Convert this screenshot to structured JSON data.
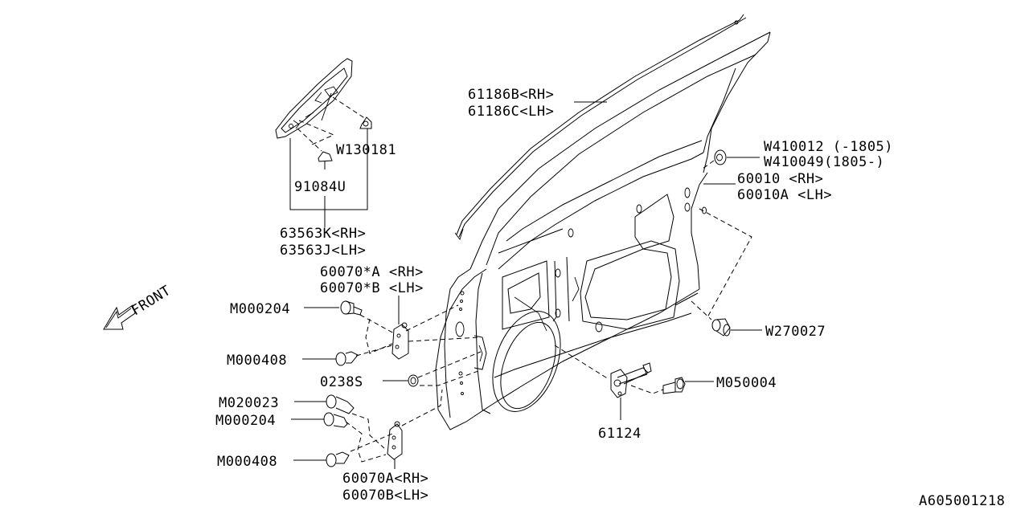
{
  "diagram": {
    "title": "Front Door Panel Parts Diagram",
    "figure_id": "A605001218",
    "direction_indicator": "FRONT",
    "callouts": [
      {
        "id": "mirror_cover",
        "lines": [
          "63563K<RH>",
          "63563J<LH>"
        ]
      },
      {
        "id": "clip_w130181",
        "lines": [
          "W130181"
        ]
      },
      {
        "id": "clip_91084u",
        "lines": [
          "91084U"
        ]
      },
      {
        "id": "weatherstrip",
        "lines": [
          "61186B<RH>",
          "61186C<LH>"
        ]
      },
      {
        "id": "grommet",
        "lines": [
          "W410012 (-1805)",
          "W410049(1805-)"
        ]
      },
      {
        "id": "door_panel",
        "lines": [
          "60010 <RH>",
          "60010A <LH>"
        ]
      },
      {
        "id": "upper_hinge",
        "lines": [
          "60070*A <RH>",
          "60070*B <LH>"
        ]
      },
      {
        "id": "bolt_m000204_upper",
        "lines": [
          "M000204"
        ]
      },
      {
        "id": "bolt_m000408_upper",
        "lines": [
          "M000408"
        ]
      },
      {
        "id": "nut_0238s",
        "lines": [
          "0238S"
        ]
      },
      {
        "id": "bolt_m020023",
        "lines": [
          "M020023"
        ]
      },
      {
        "id": "bolt_m000204_lower",
        "lines": [
          "M000204"
        ]
      },
      {
        "id": "bolt_m000408_lower",
        "lines": [
          "M000408"
        ]
      },
      {
        "id": "lower_hinge",
        "lines": [
          "60070A<RH>",
          "60070B<LH>"
        ]
      },
      {
        "id": "plug_w270027",
        "lines": [
          "W270027"
        ]
      },
      {
        "id": "bolt_m050004",
        "lines": [
          "M050004"
        ]
      },
      {
        "id": "door_check",
        "lines": [
          "61124"
        ]
      }
    ]
  }
}
